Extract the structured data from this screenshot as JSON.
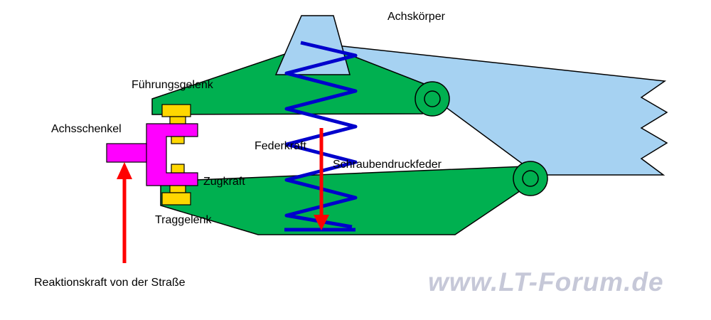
{
  "diagram": {
    "labels": {
      "achskoerper": "Achskörper",
      "fuehrungsgelenk": "Führungsgelenk",
      "achsschenkel": "Achsschenkel",
      "federkraft": "Federkraft",
      "schraubendruckfeder": "Schraubendruckfeder",
      "zugkraft": "Zugkraft",
      "traggelenk": "Traggelenk",
      "reaktionskraft": "Reaktionskraft von der Straße"
    },
    "watermark": "www.LT-Forum.de",
    "colors": {
      "axle_body": "#a6d2f2",
      "control_arm": "#00b050",
      "spring": "#0000cc",
      "force_arrow": "#ff0000",
      "knuckle": "#ff00ff",
      "joint": "#ffd700",
      "outline": "#000000",
      "watermark": "#c6c8d8",
      "background": "#ffffff"
    }
  }
}
